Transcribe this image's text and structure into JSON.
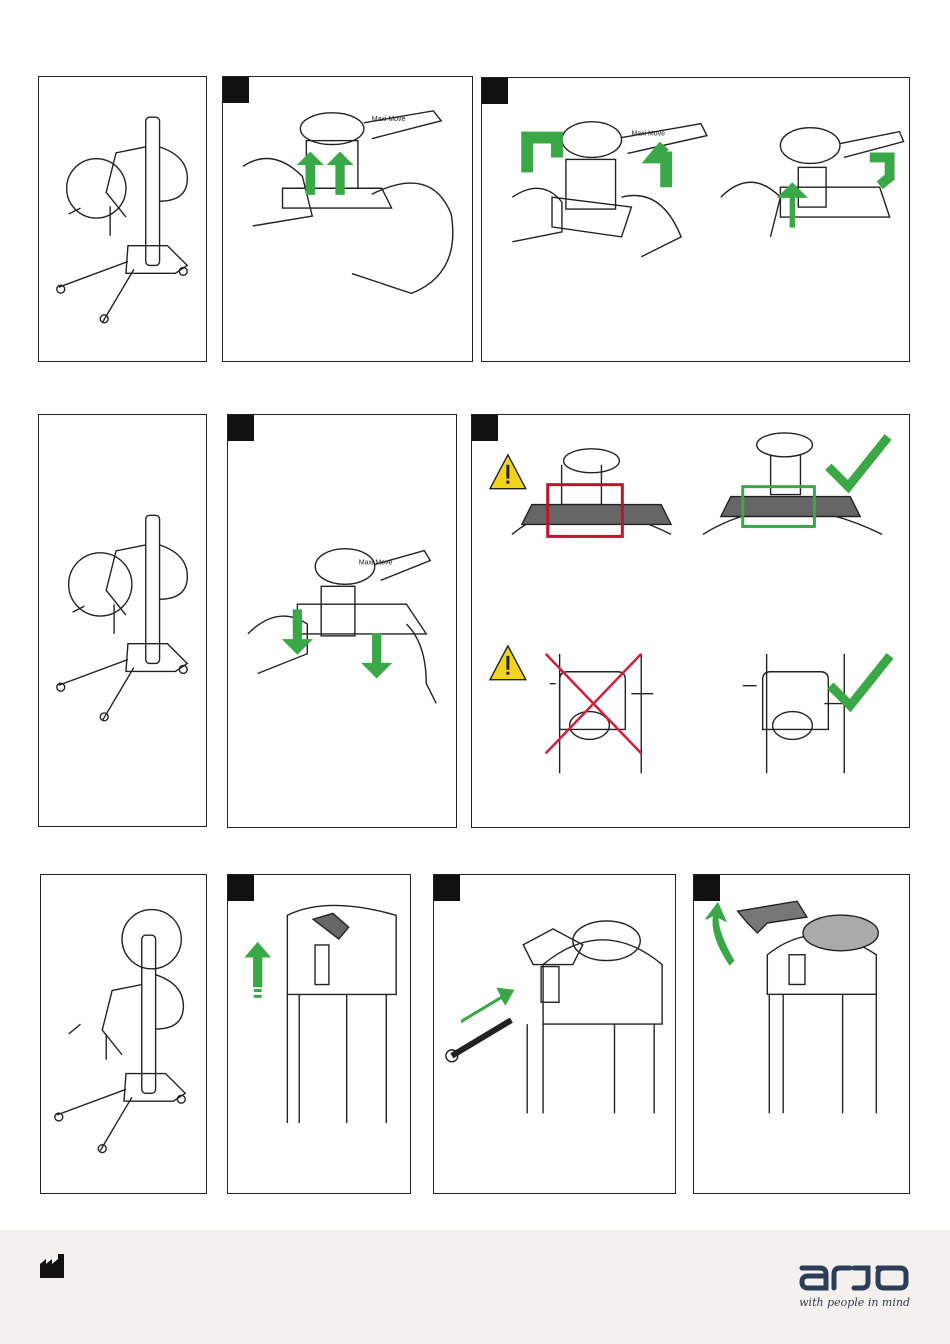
{
  "panels": {
    "brand_text_1": "Maxi Move",
    "brand_text_2": "Maxi Move",
    "brand_text_3": "Maxi Move",
    "brand_text_4": "Maxi Move"
  },
  "colors": {
    "accent_green": "#3aa846",
    "warning_yellow": "#f2d41c",
    "cross_red": "#d41f3b",
    "wrong_box": "#c8102e",
    "right_box": "#3aa846",
    "logo_blue": "#2c3e57"
  },
  "icons": {
    "warning": "warning-triangle-icon",
    "check": "checkmark-icon",
    "cross": "cross-icon",
    "manufacturer": "factory-icon"
  },
  "footer": {
    "logo_text": "arjo",
    "tagline": "with people in mind"
  }
}
